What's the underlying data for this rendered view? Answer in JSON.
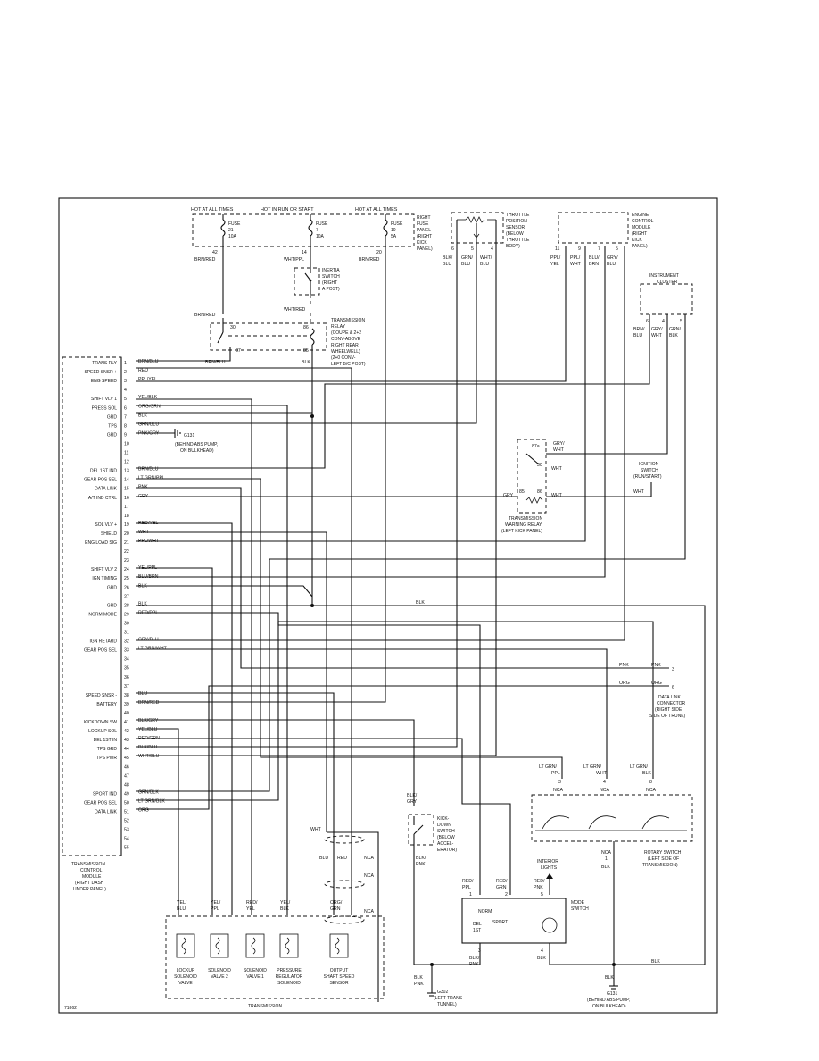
{
  "fuse_panel": {
    "hot1": "HOT AT ALL TIMES",
    "hot2": "HOT IN RUN OR START",
    "hot3": "HOT AT ALL TIMES",
    "title_lines": [
      "RIGHT",
      "FUSE",
      "PANEL",
      "(RIGHT",
      "KICK",
      "PANEL)"
    ],
    "fuses": [
      {
        "lines": [
          "FUSE",
          "21",
          "10A"
        ],
        "pin": "42",
        "wire": "BRN/RED"
      },
      {
        "lines": [
          "FUSE",
          "7",
          "10A"
        ],
        "pin": "14",
        "wire": "WHT/PPL"
      },
      {
        "lines": [
          "FUSE",
          "10",
          "5A"
        ],
        "pin": "20",
        "wire": "BRN/RED"
      }
    ]
  },
  "inertia_switch": [
    "INERTIA",
    "SWITCH",
    "(RIGHT",
    "A POST)"
  ],
  "inertia_wire": "WHT/RED",
  "trans_relay": {
    "lines": [
      "TRANSMISSION",
      "RELAY",
      "(COUPE & 2+2",
      "CONV-ABOVE",
      "RIGHT REAR",
      "WHEELWELL)",
      "(2+0 CONV-",
      "LEFT B/C POST)"
    ],
    "pins": [
      "30",
      "86",
      "87",
      "85"
    ],
    "wire_in": "BRN/RED",
    "wire_out": "BRN/BLU",
    "wire_gnd": "BLK"
  },
  "tps": {
    "lines": [
      "THROTTLE",
      "POSITION",
      "SENSOR",
      "(BELOW",
      "THROTTLE",
      "BODY)"
    ],
    "pins": [
      "6",
      "5",
      "4"
    ],
    "wires": [
      [
        "BLK/",
        "BLU"
      ],
      [
        "GRN/",
        "BLU"
      ],
      [
        "WHT/",
        "BLU"
      ]
    ]
  },
  "ecm": {
    "lines": [
      "ENGINE",
      "CONTROL",
      "MODULE",
      "(RIGHT",
      "KICK",
      "PANEL)"
    ],
    "pins": [
      "11",
      "9",
      "7",
      "5"
    ],
    "wires": [
      [
        "PPL/",
        "YEL"
      ],
      [
        "PPL/",
        "WHT"
      ],
      [
        "BLU/",
        "BRN"
      ],
      [
        "GRY/",
        "BLU"
      ]
    ]
  },
  "cluster": {
    "lines": [
      "INSTRUMENT",
      "CLUSTER"
    ],
    "pins": [
      "6",
      "4",
      "5"
    ],
    "wires": [
      [
        "BRN/",
        "BLU"
      ],
      [
        "GRY/",
        "WHT"
      ],
      [
        "GRN/",
        "BLK"
      ]
    ]
  },
  "tcm": {
    "lines": [
      "TRANSMISSION",
      "CONTROL",
      "MODULE",
      "(RIGHT DASH",
      "UNDER PANEL)"
    ],
    "pins": [
      {
        "n": "1",
        "label": "TRANS RLY",
        "wire": "BRN/BLU"
      },
      {
        "n": "2",
        "label": "SPEED SNSR +",
        "wire": "RED"
      },
      {
        "n": "3",
        "label": "ENG SPEED",
        "wire": "PPL/YEL"
      },
      {
        "n": "4",
        "label": "",
        "wire": ""
      },
      {
        "n": "5",
        "label": "SHIFT VLV 1",
        "wire": "YEL/BLK"
      },
      {
        "n": "6",
        "label": "PRESS SOL",
        "wire": "ORG/GRN"
      },
      {
        "n": "7",
        "label": "GRD",
        "wire": "BLK"
      },
      {
        "n": "8",
        "label": "TPS",
        "wire": "GRN/BLU"
      },
      {
        "n": "9",
        "label": "GRD",
        "wire": "PNK/GRY"
      },
      {
        "n": "10",
        "label": "",
        "wire": ""
      },
      {
        "n": "11",
        "label": "",
        "wire": ""
      },
      {
        "n": "12",
        "label": "",
        "wire": ""
      },
      {
        "n": "13",
        "label": "DEL 1ST IND",
        "wire": "BRN/BLU"
      },
      {
        "n": "14",
        "label": "GEAR POS SEL",
        "wire": "LT GRN/PPL"
      },
      {
        "n": "15",
        "label": "DATA LINK",
        "wire": "PNK"
      },
      {
        "n": "16",
        "label": "A/T IND CTRL",
        "wire": "GRY"
      },
      {
        "n": "17",
        "label": "",
        "wire": ""
      },
      {
        "n": "18",
        "label": "",
        "wire": ""
      },
      {
        "n": "19",
        "label": "SOL VLV +",
        "wire": "RED/YEL"
      },
      {
        "n": "20",
        "label": "SHIELD",
        "wire": "WHT"
      },
      {
        "n": "21",
        "label": "ENG LOAD SIG",
        "wire": "PPL/WHT"
      },
      {
        "n": "22",
        "label": "",
        "wire": ""
      },
      {
        "n": "23",
        "label": "",
        "wire": ""
      },
      {
        "n": "24",
        "label": "SHIFT VLV 2",
        "wire": "YEL/PPL"
      },
      {
        "n": "25",
        "label": "IGN TIMING",
        "wire": "BLU/BRN"
      },
      {
        "n": "26",
        "label": "GRD",
        "wire": "BLK"
      },
      {
        "n": "27",
        "label": "",
        "wire": ""
      },
      {
        "n": "28",
        "label": "GRD",
        "wire": "BLK"
      },
      {
        "n": "29",
        "label": "NORM MODE",
        "wire": "RED/PPL"
      },
      {
        "n": "30",
        "label": "",
        "wire": ""
      },
      {
        "n": "31",
        "label": "",
        "wire": ""
      },
      {
        "n": "32",
        "label": "IGN RETARD",
        "wire": "GRY/BLU"
      },
      {
        "n": "33",
        "label": "GEAR POS SEL",
        "wire": "LT GRN/WHT"
      },
      {
        "n": "34",
        "label": "",
        "wire": ""
      },
      {
        "n": "35",
        "label": "",
        "wire": ""
      },
      {
        "n": "36",
        "label": "",
        "wire": ""
      },
      {
        "n": "37",
        "label": "",
        "wire": ""
      },
      {
        "n": "38",
        "label": "SPEED SNSR -",
        "wire": "BLU"
      },
      {
        "n": "39",
        "label": "BATTERY",
        "wire": "BRN/RED"
      },
      {
        "n": "40",
        "label": "",
        "wire": ""
      },
      {
        "n": "41",
        "label": "KICKDOWN SW",
        "wire": "BLK/GRY"
      },
      {
        "n": "42",
        "label": "LOCKUP SOL",
        "wire": "YEL/BLU"
      },
      {
        "n": "43",
        "label": "DEL 1ST IN",
        "wire": "RED/GRN"
      },
      {
        "n": "44",
        "label": "TPS GRD",
        "wire": "BLK/BLU"
      },
      {
        "n": "45",
        "label": "TPS PWR",
        "wire": "WHT/BLU"
      },
      {
        "n": "46",
        "label": "",
        "wire": ""
      },
      {
        "n": "47",
        "label": "",
        "wire": ""
      },
      {
        "n": "48",
        "label": "",
        "wire": ""
      },
      {
        "n": "49",
        "label": "SPORT IND",
        "wire": "GRN/BLK"
      },
      {
        "n": "50",
        "label": "GEAR POS SEL",
        "wire": "LT GRN/BLK"
      },
      {
        "n": "51",
        "label": "DATA LINK",
        "wire": "ORG"
      },
      {
        "n": "52",
        "label": "",
        "wire": ""
      },
      {
        "n": "53",
        "label": "",
        "wire": ""
      },
      {
        "n": "54",
        "label": "",
        "wire": ""
      },
      {
        "n": "55",
        "label": "",
        "wire": ""
      }
    ]
  },
  "g131_top": {
    "code": "G131",
    "lines": [
      "(BEHIND ABS PUMP,",
      "ON BULKHEAD)"
    ]
  },
  "g131_bottom": {
    "code": "G131",
    "lines": [
      "(BEHIND ABS PUMP,",
      "ON BULKHEAD)"
    ]
  },
  "g302": {
    "code": "G302",
    "lines": [
      "(LEFT TRANS",
      "TUNNEL)"
    ]
  },
  "warning_relay": {
    "lines": [
      "TRANSMISSION",
      "WARNING RELAY",
      "(LEFT KICK PANEL)"
    ],
    "pins": [
      "87a",
      "30",
      "85",
      "86"
    ],
    "wires": [
      "GRY/",
      "WHT",
      "WHT",
      "GRY",
      "WHT"
    ]
  },
  "ignition_switch": {
    "lines": [
      "IGNITION",
      "SWITCH",
      "(RUN/START)"
    ],
    "wire": "WHT"
  },
  "data_link": {
    "lines": [
      "DATA LINK",
      "CONNECTOR",
      "(RIGHT SIDE",
      "SIDE OF TRUNK)"
    ],
    "wires": [
      "PNK",
      "ORG"
    ],
    "pins": [
      "3",
      "6"
    ]
  },
  "rotary_switch": {
    "lines": [
      "ROTARY SWITCH",
      "(LEFT SIDE OF",
      "TRANSMISSION)"
    ],
    "wires": [
      [
        "LT GRN/",
        "PPL"
      ],
      [
        "LT GRN/",
        "WHT"
      ],
      [
        "LT GRN/",
        "BLK"
      ]
    ],
    "pins": [
      "3",
      "4",
      "8",
      "1"
    ],
    "nca": "NCA",
    "wire_out": "BLK"
  },
  "kickdown": {
    "lines": [
      "KICK-",
      "DOWN",
      "SWITCH",
      "(BELOW",
      "ACCEL-",
      "ERATOR)"
    ],
    "wire_in": [
      "BLK/",
      "GRY"
    ],
    "wire_out": [
      "BLK/",
      "PNK"
    ]
  },
  "interior_lights": [
    "INTERIOR",
    "LIGHTS"
  ],
  "mode_switch": {
    "lines": [
      "MODE",
      "SWITCH"
    ],
    "labels": [
      "NORM",
      "DEL",
      "1ST",
      "SPORT"
    ],
    "wires": [
      [
        "RED/",
        "PPL"
      ],
      [
        "RED/",
        "GRN"
      ],
      [
        "RED/",
        "PNK"
      ],
      [
        "BLK/",
        "PNK"
      ],
      [
        "BLK"
      ]
    ],
    "pins": [
      "1",
      "2",
      "3",
      "5",
      "4"
    ]
  },
  "trans_box": {
    "label": "TRANSMISSION",
    "components": [
      {
        "lines": [
          "LOCKUP",
          "SOLENOID",
          "VALVE"
        ],
        "wire": [
          "YEL/",
          "BLU"
        ]
      },
      {
        "lines": [
          "SOLENOID",
          "VALVE 2"
        ],
        "wire": [
          "YEL/",
          "PPL"
        ]
      },
      {
        "lines": [
          "SOLENOID",
          "VALVE 1"
        ],
        "wire": [
          "RED/",
          "YEL"
        ]
      },
      {
        "lines": [
          "PRESSURE",
          "REGULATOR",
          "SOLENOID"
        ],
        "wire": [
          "YEL/",
          "BLK"
        ]
      },
      {
        "lines": [
          "OUTPUT",
          "SHAFT SPEED",
          "SENSOR"
        ],
        "wire": [
          "ORG/",
          "GRN"
        ]
      }
    ],
    "shield": [
      "WHT",
      "BLU",
      "RED",
      "NCA"
    ]
  },
  "blk_label": "BLK",
  "figure_id": "71862"
}
